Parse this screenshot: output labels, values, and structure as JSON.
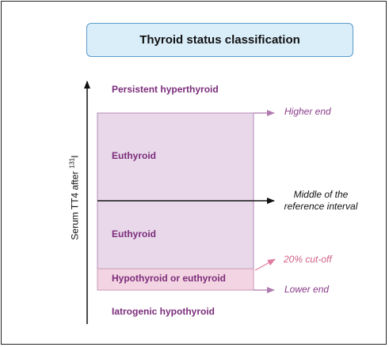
{
  "title": "Thyroid status classification",
  "y_axis": {
    "label": "Serum TT4 after ",
    "label_sup": "131",
    "label_suffix": "I"
  },
  "zones": {
    "top": "Persistent hyperthyroid",
    "upper": "Euthyroid",
    "lower": "Euthyroid",
    "borderline": "Hypothyroid or euthyroid",
    "bottom": "Iatrogenic hypothyroid"
  },
  "markers": {
    "higher": "Higher end",
    "middle_line1": "Middle of the",
    "middle_line2": "reference interval",
    "cutoff": "20% cut-off",
    "lower": "Lower end"
  },
  "colors": {
    "range_fill": "#e8d8ea",
    "borderline_fill": "#f3d4e2",
    "zone_text": "#7b2d7b",
    "title_fill": "#daeefa"
  }
}
